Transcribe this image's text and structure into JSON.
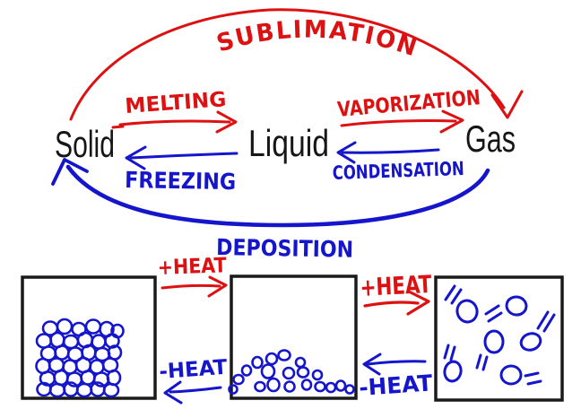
{
  "diagram": {
    "states": {
      "solid": "Solid",
      "liquid": "Liquid",
      "gas": "Gas"
    },
    "transitions": {
      "sublimation": "SUBLIMATION",
      "melting": "MELTING",
      "vaporization": "VAPORIZATION",
      "freezing": "FREEZING",
      "condensation": "CONDENSATION",
      "deposition": "DEPOSITION"
    },
    "heat": {
      "left_top": "+HEAT",
      "left_bottom": "-HEAT",
      "right_top": "+HEAT",
      "right_bottom": "-HEAT"
    },
    "colors": {
      "endothermic_red": "#dd1111",
      "exothermic_blue": "#1515cc",
      "state_text": "#161616",
      "box_border": "#1a1a1a"
    },
    "particle_boxes": [
      {
        "state": "solid",
        "arrangement": "tightly packed circles"
      },
      {
        "state": "liquid",
        "arrangement": "loose circles pooled at bottom"
      },
      {
        "state": "gas",
        "arrangement": "sparse circles with motion marks"
      }
    ]
  }
}
